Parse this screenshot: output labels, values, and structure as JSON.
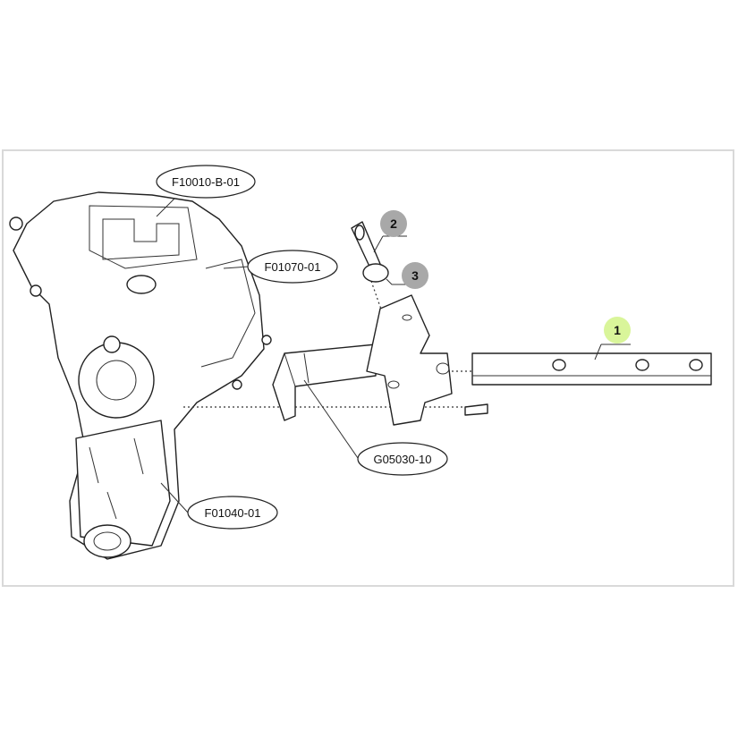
{
  "labels": {
    "gearbox_cover": "F10010-B-01",
    "gearbox_side": "F01070-01",
    "frame_bracket": "G05030-10",
    "gearbox_housing": "F01040-01"
  },
  "callouts": [
    {
      "number": "1",
      "color": "#d9f59a"
    },
    {
      "number": "2",
      "color": "#a8a8a8"
    },
    {
      "number": "3",
      "color": "#a8a8a8"
    }
  ]
}
